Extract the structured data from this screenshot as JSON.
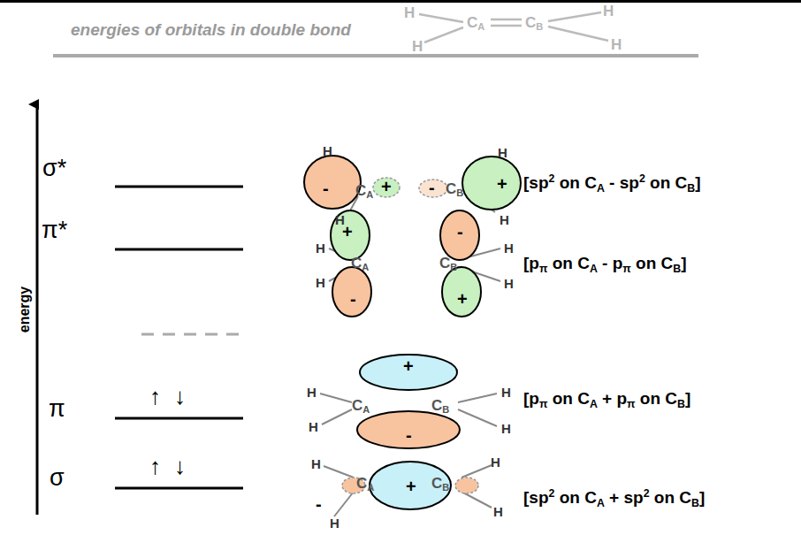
{
  "diagram": {
    "title": "energies of orbitals in double bond",
    "labels": [
      "H",
      "CA",
      "CB",
      "H",
      "H",
      "H",
      "energy",
      "σ*",
      "π*",
      "π",
      "σ",
      "↑",
      "↓",
      "↑",
      "↓",
      "-",
      "+",
      "-",
      "+",
      "H",
      "CA",
      "CB",
      "H",
      "H",
      "H",
      "[sp2 on CA - sp2 on CB]",
      "+",
      "-",
      "H",
      "CA",
      "CB",
      "H",
      "H",
      "-",
      "+",
      "H",
      "[pπ on CA - pπ on CB]",
      "+",
      "H",
      "CA",
      "CB",
      "H",
      "H",
      "-",
      "H",
      "[pπ on CA + pπ on CB]",
      "H",
      "H",
      "CA",
      "+",
      "CB",
      "H",
      "-",
      "H",
      "[sp2 on CA + sp2 on CB]"
    ]
  }
}
